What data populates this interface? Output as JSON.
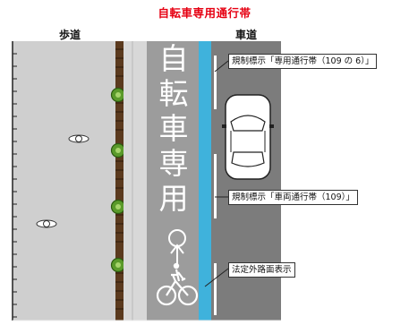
{
  "title": "自転車専用通行帯",
  "headers": {
    "sidewalk": "歩道",
    "roadway": "車道"
  },
  "lane_marking": [
    "自",
    "転",
    "車",
    "専",
    "用"
  ],
  "callouts": {
    "sign_dedicated_lane": "規制標示「専用通行帯（109 の 6）」",
    "sign_vehicle_lane": "規制標示「車両通行帯（109）」",
    "non_statutory_marking": "法定外路面表示"
  },
  "colors": {
    "title_red": "#e60012",
    "sidewalk_gray": "#cfcfcf",
    "planting_brown": "#5b3a1e",
    "shrub_green": "#5a9a2a",
    "bike_lane_gray": "#9c9c9c",
    "blue_stripe": "#3fb2dc",
    "roadway_gray": "#7c7c7c"
  }
}
